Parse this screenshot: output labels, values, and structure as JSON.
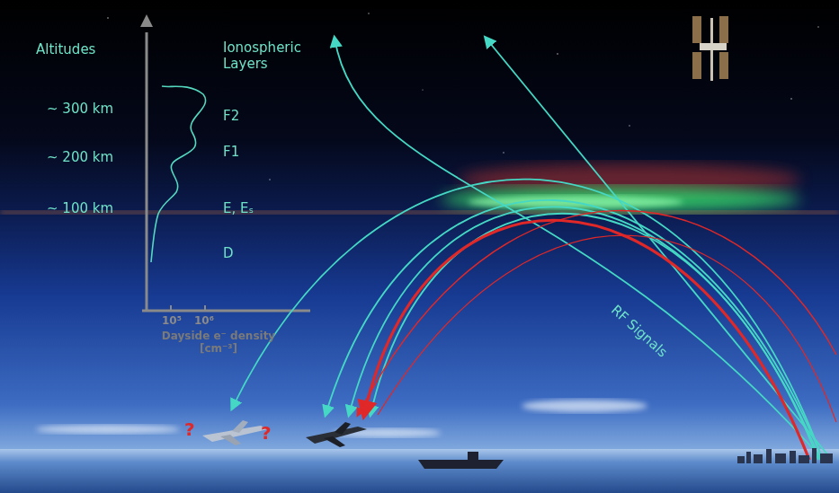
{
  "diagram": {
    "labels": [
      "Altitudes",
      "Ionospheric Layers",
      "~ 300 km",
      "~ 200 km",
      "~ 100 km",
      "F2",
      "F1",
      "E, Eₛ",
      "D",
      "10⁵",
      "10⁶",
      "Dayside e⁻ density [cm⁻³]",
      "RF Signals",
      "?",
      "?"
    ]
  }
}
